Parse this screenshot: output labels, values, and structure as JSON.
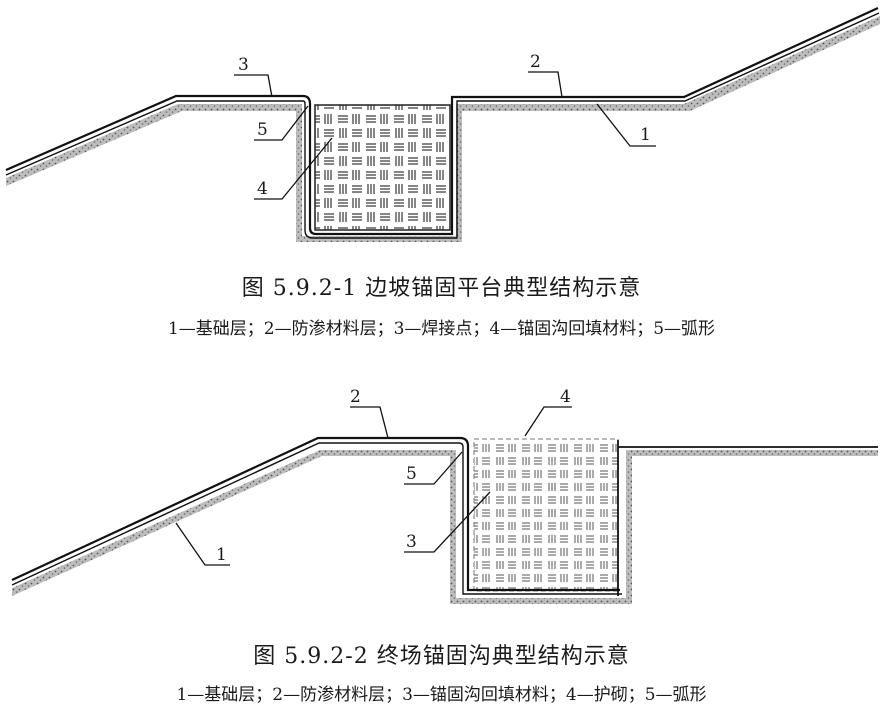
{
  "figure1": {
    "caption": "图 5.9.2-1   边坡锚固平台典型结构示意",
    "legend": "1—基础层；2—防渗材料层；3—焊接点；4—锚固沟回填材料；5—弧形",
    "labels": [
      "1",
      "2",
      "3",
      "4",
      "5"
    ]
  },
  "figure2": {
    "caption": "图 5.9.2-2   终场锚固沟典型结构示意",
    "legend": "1—基础层；2—防渗材料层；3—锚固沟回填材料；4—护砌；5—弧形",
    "labels": [
      "1",
      "2",
      "3",
      "4",
      "5"
    ]
  }
}
